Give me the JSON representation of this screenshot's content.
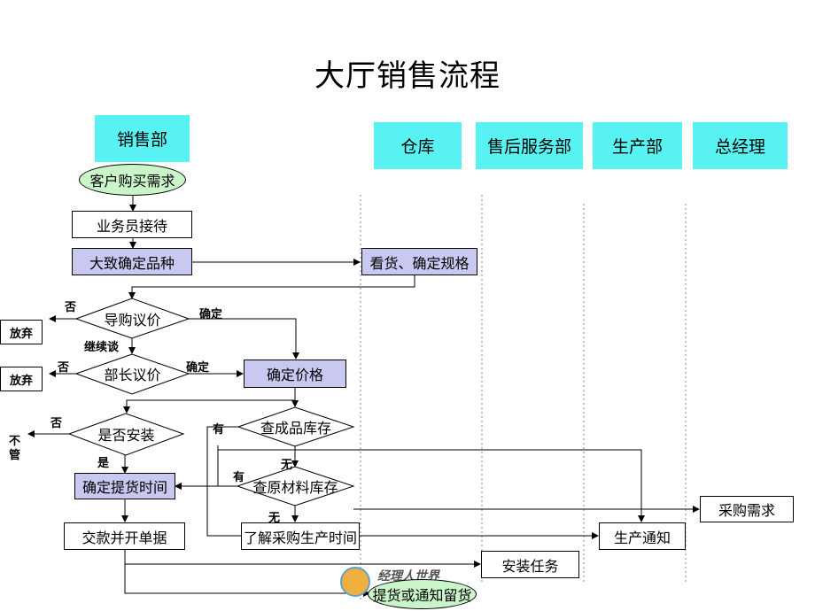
{
  "title": "大厅销售流程",
  "lanes": {
    "sales": "销售部",
    "warehouse": "仓库",
    "after_sales": "售后服务部",
    "production": "生产部",
    "gm": "总经理"
  },
  "nodes": {
    "customer_demand": "客户购买需求",
    "reception": "业务员接待",
    "determine_variety": "大致确定品种",
    "view_goods": "看货、确定规格",
    "guide_price": "导购议价",
    "manager_price": "部长议价",
    "confirm_price": "确定价格",
    "need_install": "是否安装",
    "check_stock": "查成品库存",
    "check_material": "查原材料库存",
    "confirm_delivery": "确定提货时间",
    "purchase_demand": "采购需求",
    "payment": "交款并开单据",
    "purchase_time": "了解采购生产时间",
    "production_notice": "生产通知",
    "install_task": "安装任务",
    "pickup_notice": "提货或通知留货"
  },
  "side_boxes": {
    "give_up_1": "放弃",
    "give_up_2": "放弃",
    "no_care": "不\n管"
  },
  "edge_labels": {
    "no_1": "否",
    "confirm_1": "确定",
    "continue": "继续谈",
    "no_2": "否",
    "confirm_2": "确定",
    "no_3": "否",
    "yes_install": "是",
    "have_1": "有",
    "none_1": "无",
    "have_2": "有",
    "none_2": "无"
  },
  "watermark": "经理人世界",
  "colors": {
    "lane": "#59f2f2",
    "shaded_box": "#c8c8f0",
    "oval": "#c9f5c9"
  }
}
